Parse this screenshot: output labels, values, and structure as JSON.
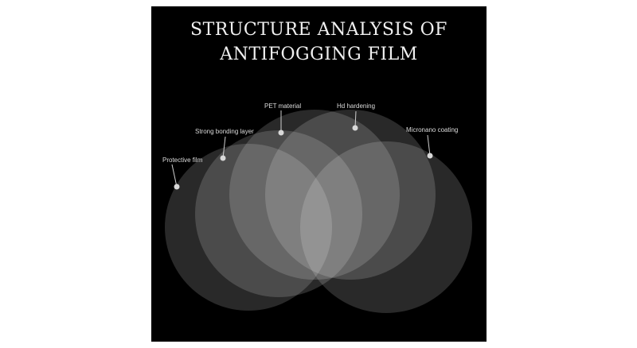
{
  "title": {
    "line1": "STRUCTURE ANALYSIS OF",
    "line2": "ANTIFOGGING FILM"
  },
  "layers": [
    {
      "id": "protective-film",
      "label": "Protective film"
    },
    {
      "id": "strong-bonding-layer",
      "label": "Strong bonding layer"
    },
    {
      "id": "pet-material",
      "label": "PET material"
    },
    {
      "id": "hd-hardening",
      "label": "Hd hardening"
    },
    {
      "id": "micronano-coating",
      "label": "Micronano coating"
    }
  ],
  "colors": {
    "background": "#000000",
    "circle_fill": "#ffffff",
    "label_text": "#dcdcdc",
    "marker": "#d8d8d8"
  }
}
